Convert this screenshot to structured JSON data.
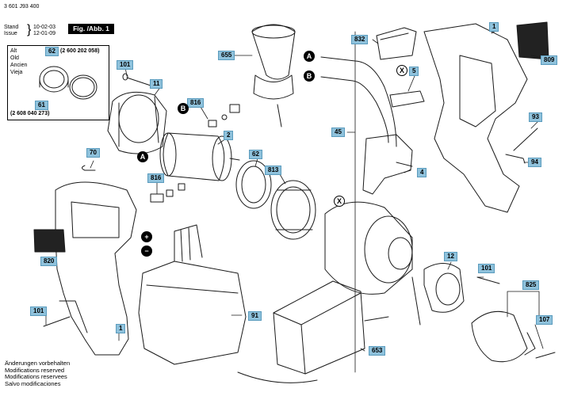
{
  "header": {
    "doc_number": "3 601 J93 400",
    "stand_label": "Stand",
    "issue_label": "Issue",
    "stand_date": "10-02-03",
    "issue_date": "12-01-09",
    "figure_label": "Fig. /Abb. 1"
  },
  "legend": {
    "lang_labels": [
      "Alt",
      "Old",
      "Ancien",
      "Vieja"
    ],
    "part_62": "62",
    "part_62_number": "(2 600 202 058)",
    "part_61": "61",
    "part_61_number": "(2 608 040 273)"
  },
  "part_tags": {
    "p655": "655",
    "p101_top": "101",
    "p11": "11",
    "p816_top": "816",
    "p2": "2",
    "p70": "70",
    "p816_bottom": "816",
    "p62": "62",
    "p813": "813",
    "p820": "820",
    "p101_left": "101",
    "p1_bottom": "1",
    "p91": "91",
    "p653": "653",
    "p832": "832",
    "p1_top": "1",
    "p809": "809",
    "p5": "5",
    "p45": "45",
    "p4": "4",
    "p93": "93",
    "p94": "94",
    "p12": "12",
    "p101_right": "101",
    "p825": "825",
    "p107": "107"
  },
  "markers": {
    "a": "A",
    "b": "B",
    "x": "X",
    "plus": "+",
    "minus": "−"
  },
  "footer": {
    "lines": [
      "Änderungen vorbehalten",
      "Modifications reserved",
      "Modifications reservees",
      "Salvo modificaciones"
    ]
  },
  "colors": {
    "tag_fill": "#8fc2dc",
    "tag_border": "#5a9bbd",
    "line_art": "#1a1a1a"
  }
}
